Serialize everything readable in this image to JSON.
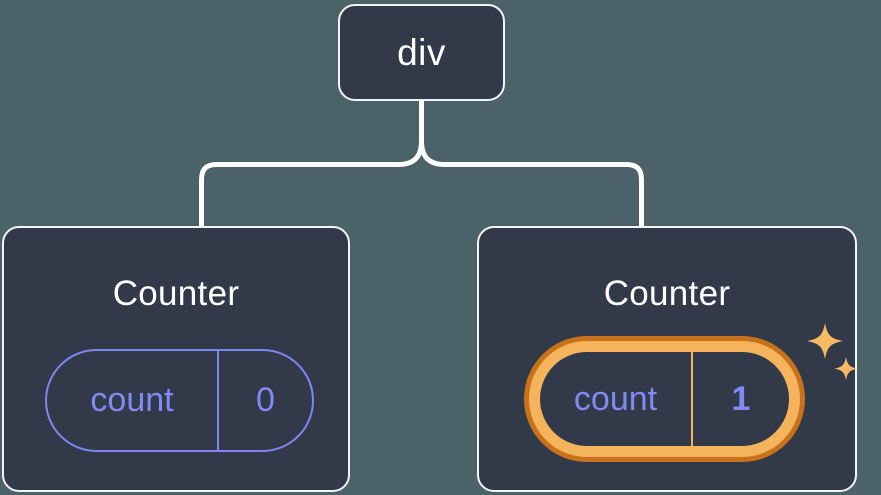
{
  "diagram": {
    "type": "component-tree",
    "background_color": "#4b6269",
    "node_fill_color": "#323a49",
    "node_border_color": "#f2f4f7",
    "connector_color": "#ffffff",
    "state_color": "#8189f5",
    "highlight_outer_color": "#c8721b",
    "highlight_inner_color": "#f5b35c",
    "root": {
      "label": "div"
    },
    "children": [
      {
        "title": "Counter",
        "state": {
          "key": "count",
          "value": "0"
        },
        "highlighted": false,
        "sparkle": false
      },
      {
        "title": "Counter",
        "state": {
          "key": "count",
          "value": "1"
        },
        "highlighted": true,
        "sparkle": true,
        "sparkle_icon": "sparkles-icon"
      }
    ]
  }
}
